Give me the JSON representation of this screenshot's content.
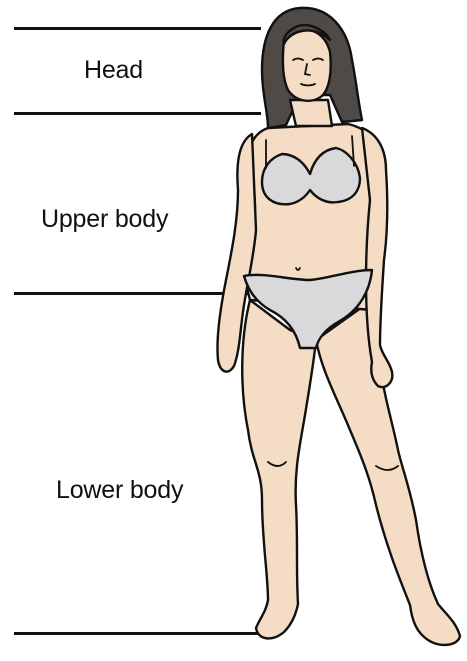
{
  "regions": {
    "head": "Head",
    "upper_body": "Upper body",
    "lower_body": "Lower body"
  },
  "figure": {
    "description_icon": "woman-figure-illustration",
    "skin": "#f5dcc4",
    "hair": "#4f4a46",
    "garment": "#d9d9dc",
    "outline": "#111111"
  }
}
